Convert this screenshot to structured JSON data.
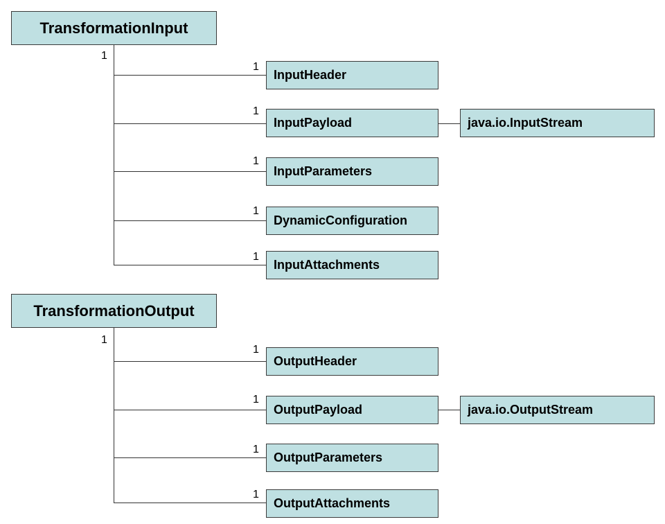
{
  "groups": [
    {
      "name": "TransformationInput",
      "multiplicity": "1",
      "children": [
        {
          "name": "InputHeader",
          "multiplicity": "1"
        },
        {
          "name": "InputPayload",
          "multiplicity": "1",
          "associated": "java.io.InputStream"
        },
        {
          "name": "InputParameters",
          "multiplicity": "1"
        },
        {
          "name": "DynamicConfiguration",
          "multiplicity": "1"
        },
        {
          "name": "InputAttachments",
          "multiplicity": "1"
        }
      ]
    },
    {
      "name": "TransformationOutput",
      "multiplicity": "1",
      "children": [
        {
          "name": "OutputHeader",
          "multiplicity": "1"
        },
        {
          "name": "OutputPayload",
          "multiplicity": "1",
          "associated": "java.io.OutputStream"
        },
        {
          "name": "OutputParameters",
          "multiplicity": "1"
        },
        {
          "name": "OutputAttachments",
          "multiplicity": "1"
        }
      ]
    }
  ],
  "colors": {
    "box_fill": "#bfe0e2",
    "box_border": "#3a3a3a",
    "line": "#333333"
  }
}
